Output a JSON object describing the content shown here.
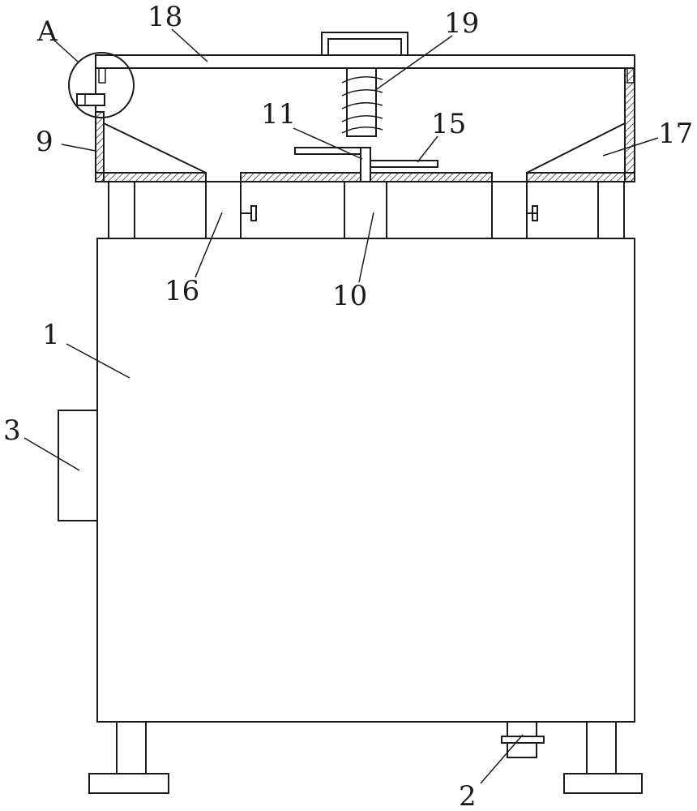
{
  "figure": {
    "labels": {
      "A": "A",
      "l18": "18",
      "l19": "19",
      "l11": "11",
      "l15": "15",
      "l9": "9",
      "l17": "17",
      "l16": "16",
      "l10": "10",
      "l1": "1",
      "l3": "3",
      "l2": "2"
    }
  },
  "colors": {
    "ink": "#1a1a1a",
    "background": "#ffffff"
  }
}
